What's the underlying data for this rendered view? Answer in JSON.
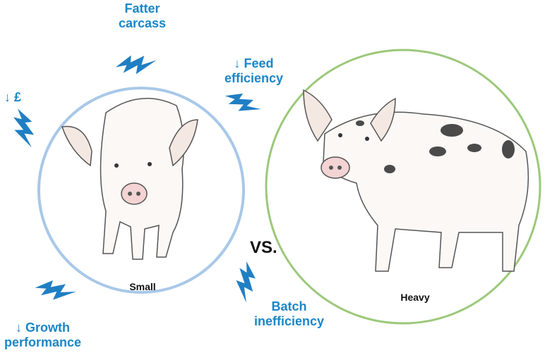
{
  "effects": {
    "fatter_carcass": [
      "Fatter",
      "carcass"
    ],
    "feed_efficiency": [
      "↓ Feed",
      "efficiency"
    ],
    "money": "↓ £",
    "growth_performance": [
      "↓ Growth",
      "performance"
    ],
    "batch_inefficiency": [
      "Batch",
      "inefficiency"
    ]
  },
  "small_pig": {
    "label": "Small"
  },
  "heavy_pig": {
    "label": "Heavy"
  },
  "versus": "VS.",
  "colors": {
    "effect_text": "#1a86c8",
    "bolt": "#1f7fc4",
    "small_circle": "#a8c8e8",
    "heavy_circle": "#9cc87a",
    "spot": "#4a4a4a"
  }
}
